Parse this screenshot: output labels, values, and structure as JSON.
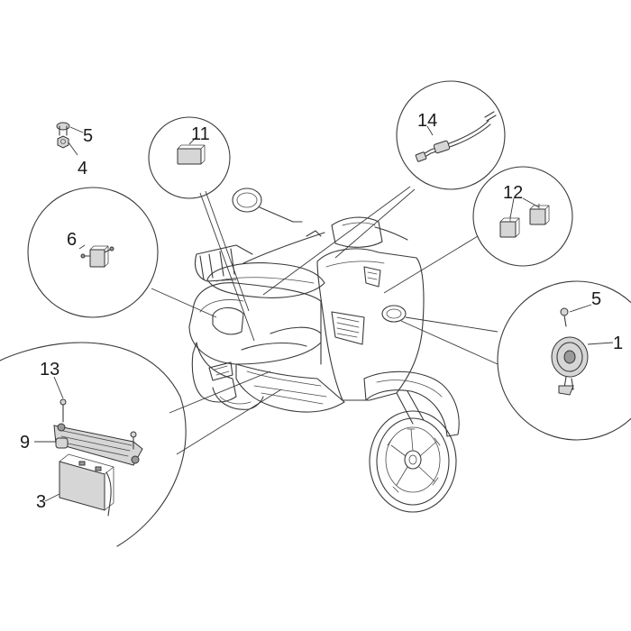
{
  "callouts": {
    "c1": "1",
    "c3": "3",
    "c4": "4",
    "c5a": "5",
    "c5b": "5",
    "c6": "6",
    "c9": "9",
    "c11": "11",
    "c12": "12",
    "c13": "13",
    "c14": "14"
  }
}
